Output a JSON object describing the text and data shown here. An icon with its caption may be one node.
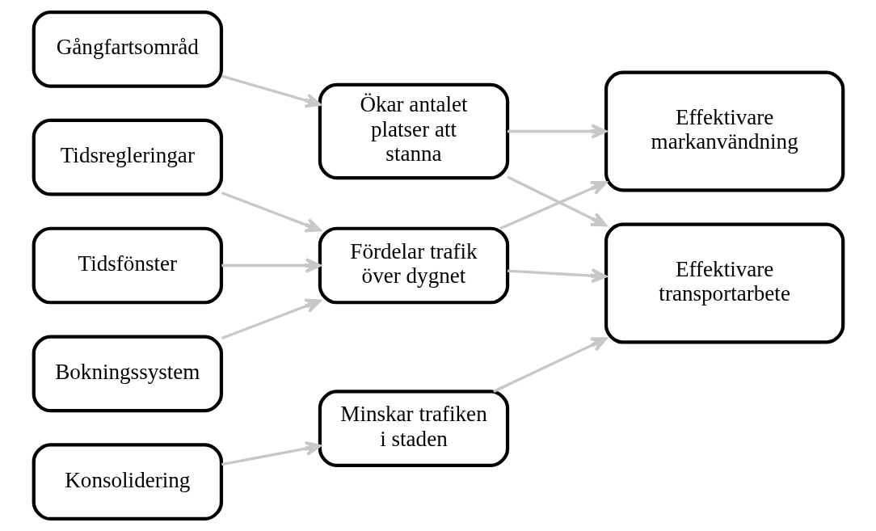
{
  "diagram": {
    "nodes": [
      {
        "text": [
          "Tidsfönster"
        ]
      },
      {
        "text": [
          "Bokningssystem"
        ]
      },
      {
        "text": [
          "Tidsregleringar"
        ]
      },
      {
        "text": [
          "Gångfartsområd"
        ]
      },
      {
        "text": [
          "Konsolidering"
        ]
      },
      {
        "text": [
          "Fördelar trafik över dygnet"
        ]
      },
      {
        "text": [
          "Ökar antalet platser att stanna"
        ]
      },
      {
        "text": [
          "Minskar trafiken i staden"
        ]
      },
      {
        "text": [
          "Effektivare markanvändning"
        ]
      },
      {
        "text": [
          "Effektivare transportarbete"
        ]
      }
    ],
    "edges": [
      {
        "from": 0,
        "to": 5,
        "arrow": "to"
      },
      {
        "from": 1,
        "to": 5,
        "arrow": "to"
      },
      {
        "from": 2,
        "to": 5,
        "arrow": "to"
      },
      {
        "from": 3,
        "to": 6,
        "arrow": "to"
      },
      {
        "from": 4,
        "to": 7,
        "arrow": "to"
      },
      {
        "from": 5,
        "to": 8,
        "arrow": "to"
      },
      {
        "from": 5,
        "to": 9,
        "arrow": "to"
      },
      {
        "from": 6,
        "to": 8,
        "arrow": "to"
      },
      {
        "from": 6,
        "to": 9,
        "arrow": "to"
      },
      {
        "from": 7,
        "to": 9,
        "arrow": "to"
      }
    ]
  }
}
